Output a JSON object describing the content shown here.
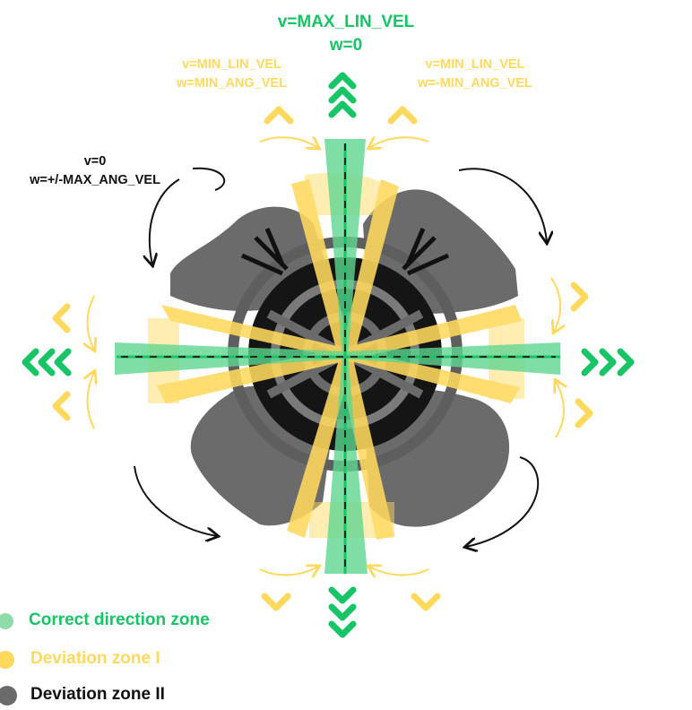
{
  "labels": {
    "top_v": "v=MAX_LIN_VEL",
    "top_w": "w=0",
    "left_v": "v=MIN_LIN_VEL",
    "left_w": "w=MIN_ANG_VEL",
    "right_v": "v=MIN_LIN_VEL",
    "right_w": "w=-MIN_ANG_VEL",
    "rot_v": "v=0",
    "rot_w": "w=+/-MAX_ANG_VEL"
  },
  "legend": [
    {
      "label": "Correct direction zone",
      "color": "#17c466",
      "swatch": "#8fdcab"
    },
    {
      "label": "Deviation zone I",
      "color": "#ffd95e",
      "swatch": "#ffd95e"
    },
    {
      "label": "Deviation zone II",
      "color": "#111111",
      "swatch": "#6b6b6b"
    }
  ],
  "colors": {
    "green": "#17c466",
    "green_fill": "#5fd690",
    "yellow": "#ffd95e",
    "gray": "#6b6b6b",
    "black": "#111111"
  }
}
